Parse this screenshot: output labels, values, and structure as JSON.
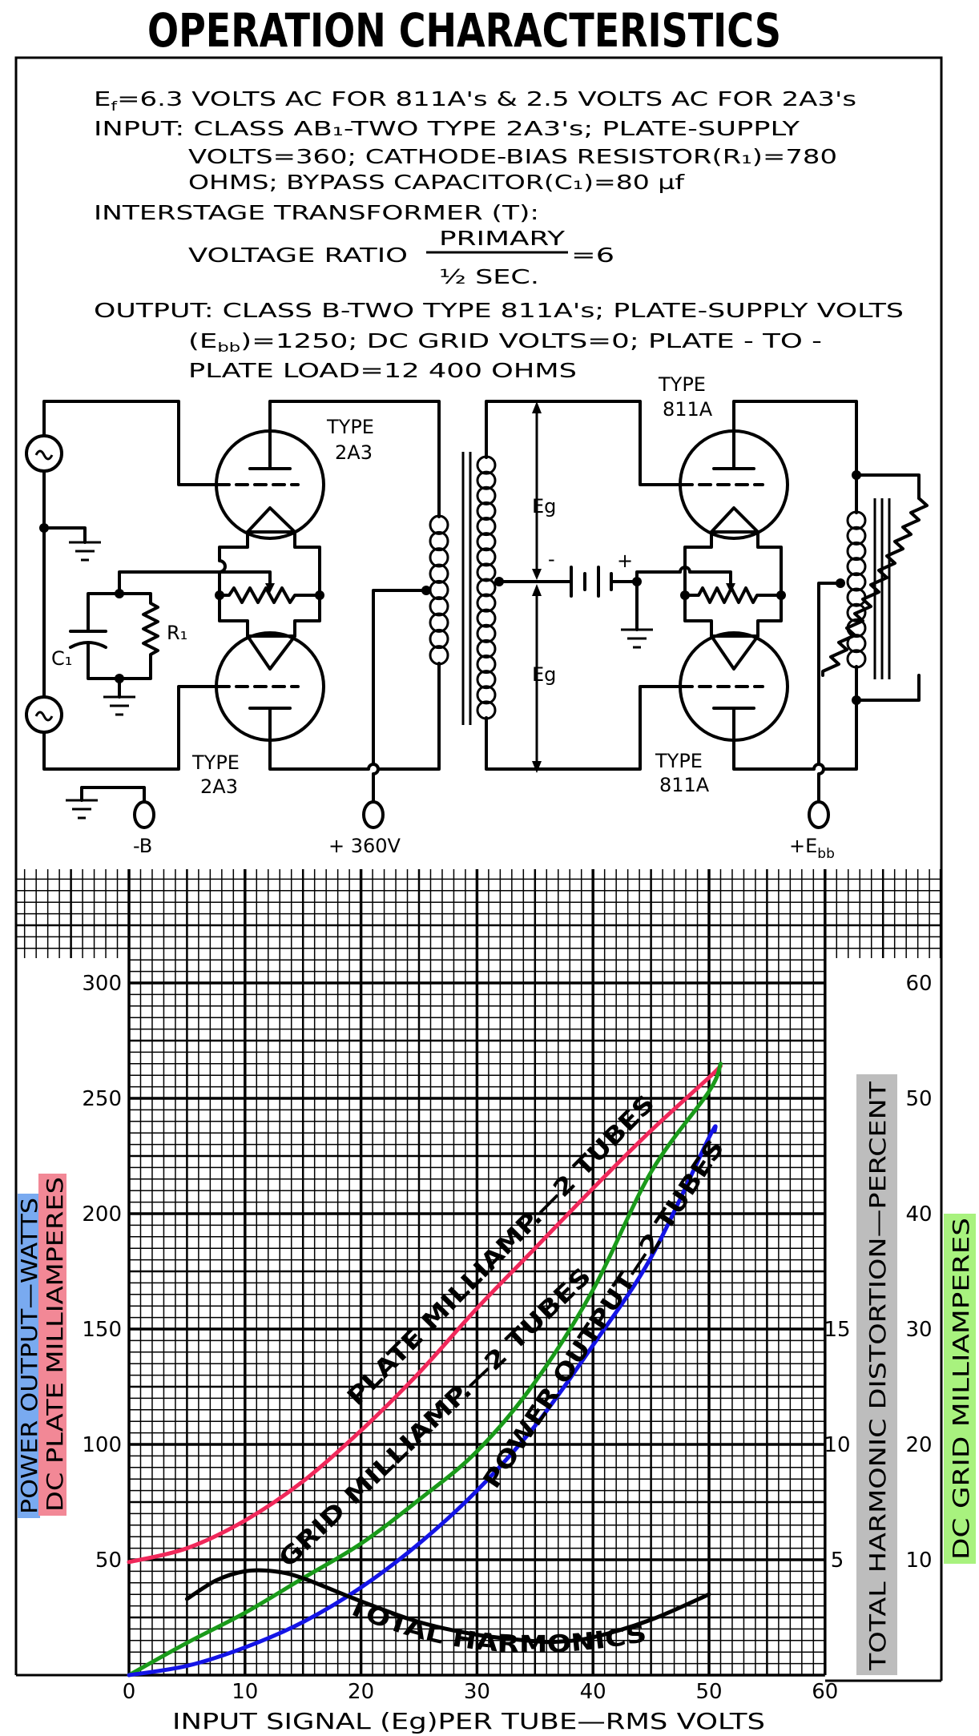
{
  "title": "OPERATION CHARACTERISTICS",
  "specs": {
    "filament": {
      "symbol": "E",
      "sub": "f",
      "text": "=6.3 VOLTS AC FOR 811A's & 2.5 VOLTS AC FOR 2A3's"
    },
    "input": [
      "INPUT: CLASS AB₁-TWO TYPE  2A3's; PLATE-SUPPLY",
      "VOLTS=360; CATHODE-BIAS RESISTOR(R₁)=780",
      "OHMS; BYPASS CAPACITOR(C₁)=80 µf"
    ],
    "interstage": "INTERSTAGE TRANSFORMER (T):",
    "ratio": {
      "label": "VOLTAGE RATIO",
      "numerator": "PRIMARY",
      "denominator": "½ SEC.",
      "value": "=6"
    },
    "output": {
      "line1": "OUTPUT: CLASS B-TWO TYPE 811A's; PLATE-SUPPLY VOLTS",
      "line2_pre": "(E",
      "line2_sub": "bb",
      "line2_post": ")=1250; DC GRID VOLTS=0;  PLATE - TO -",
      "line3": "PLATE LOAD=12 400 OHMS"
    }
  },
  "schematic": {
    "type_word": "TYPE",
    "input_tube": "2A3",
    "output_tube": "811A",
    "grid_voltage": "Eg",
    "resistor": "R₁",
    "capacitor": "C₁",
    "minus": "-",
    "plus": "+",
    "terminal_b": "-B",
    "terminal_360": "+ 360V",
    "terminal_ebb_pre": "+E",
    "terminal_ebb_sub": "bb"
  },
  "chart_data": {
    "type": "line",
    "title": "",
    "xlabel": "INPUT SIGNAL (Eg)PER TUBE—RMS VOLTS",
    "xlim": [
      0,
      60
    ],
    "xticks": [
      "0",
      "10",
      "20",
      "30",
      "40",
      "50",
      "60"
    ],
    "grid": true,
    "axes": {
      "left": {
        "labels": [
          "POWER OUTPUT—WATTS",
          "DC PLATE MILLIAMPERES"
        ],
        "label_colors": [
          "#79aaf0",
          "#f28896"
        ],
        "ylim": [
          0,
          300
        ],
        "ticks": [
          "50",
          "100",
          "150",
          "200",
          "250",
          "300"
        ]
      },
      "right_distortion": {
        "label": "TOTAL HARMONIC DISTORTION—PERCENT",
        "label_color": "#bdbdbd",
        "ylim": [
          0,
          30
        ],
        "ticks": [
          "5",
          "10",
          "15"
        ]
      },
      "right_grid": {
        "label": "DC GRID MILLIAMPERES",
        "label_color": "#a8f27e",
        "ylim": [
          0,
          60
        ],
        "ticks": [
          "10",
          "20",
          "30",
          "40",
          "50",
          "60"
        ]
      }
    },
    "series": [
      {
        "name": "PLATE MILLIAMP.—2 TUBES",
        "axis": "left",
        "color": "#f0285a",
        "x": [
          0,
          5,
          10,
          15,
          20,
          25,
          30,
          35,
          40,
          45,
          50,
          51
        ],
        "y": [
          49,
          55,
          67,
          84,
          106,
          131,
          159,
          185,
          211,
          236,
          259,
          264
        ]
      },
      {
        "name": "GRID MILLIAMP.—2 TUBES",
        "axis": "right_grid",
        "color": "#1a9a1a",
        "x": [
          0,
          5,
          10,
          15,
          20,
          25,
          30,
          35,
          40,
          45,
          50,
          51
        ],
        "y": [
          0,
          2.8,
          5.4,
          8.4,
          11.4,
          15.2,
          19.4,
          25.4,
          33.4,
          43.6,
          50.6,
          53
        ]
      },
      {
        "name": "POWER OUTPUT—2 TUBES",
        "axis": "left",
        "color": "#1414e6",
        "x": [
          0,
          5,
          10,
          15,
          20,
          25,
          30,
          35,
          40,
          45,
          50,
          50.5
        ],
        "y": [
          0,
          4,
          12,
          23,
          38,
          57,
          80,
          108,
          143,
          181,
          233,
          236
        ]
      },
      {
        "name": "TOTAL HARMONICS",
        "axis": "right_distortion",
        "color": "#000000",
        "x": [
          5,
          7.5,
          10,
          12.5,
          15,
          20,
          25,
          30,
          35,
          37,
          40,
          45,
          50
        ],
        "y": [
          3.3,
          4.1,
          4.5,
          4.5,
          4.2,
          3.2,
          2.3,
          1.75,
          1.47,
          1.45,
          1.64,
          2.4,
          3.5
        ]
      }
    ]
  }
}
